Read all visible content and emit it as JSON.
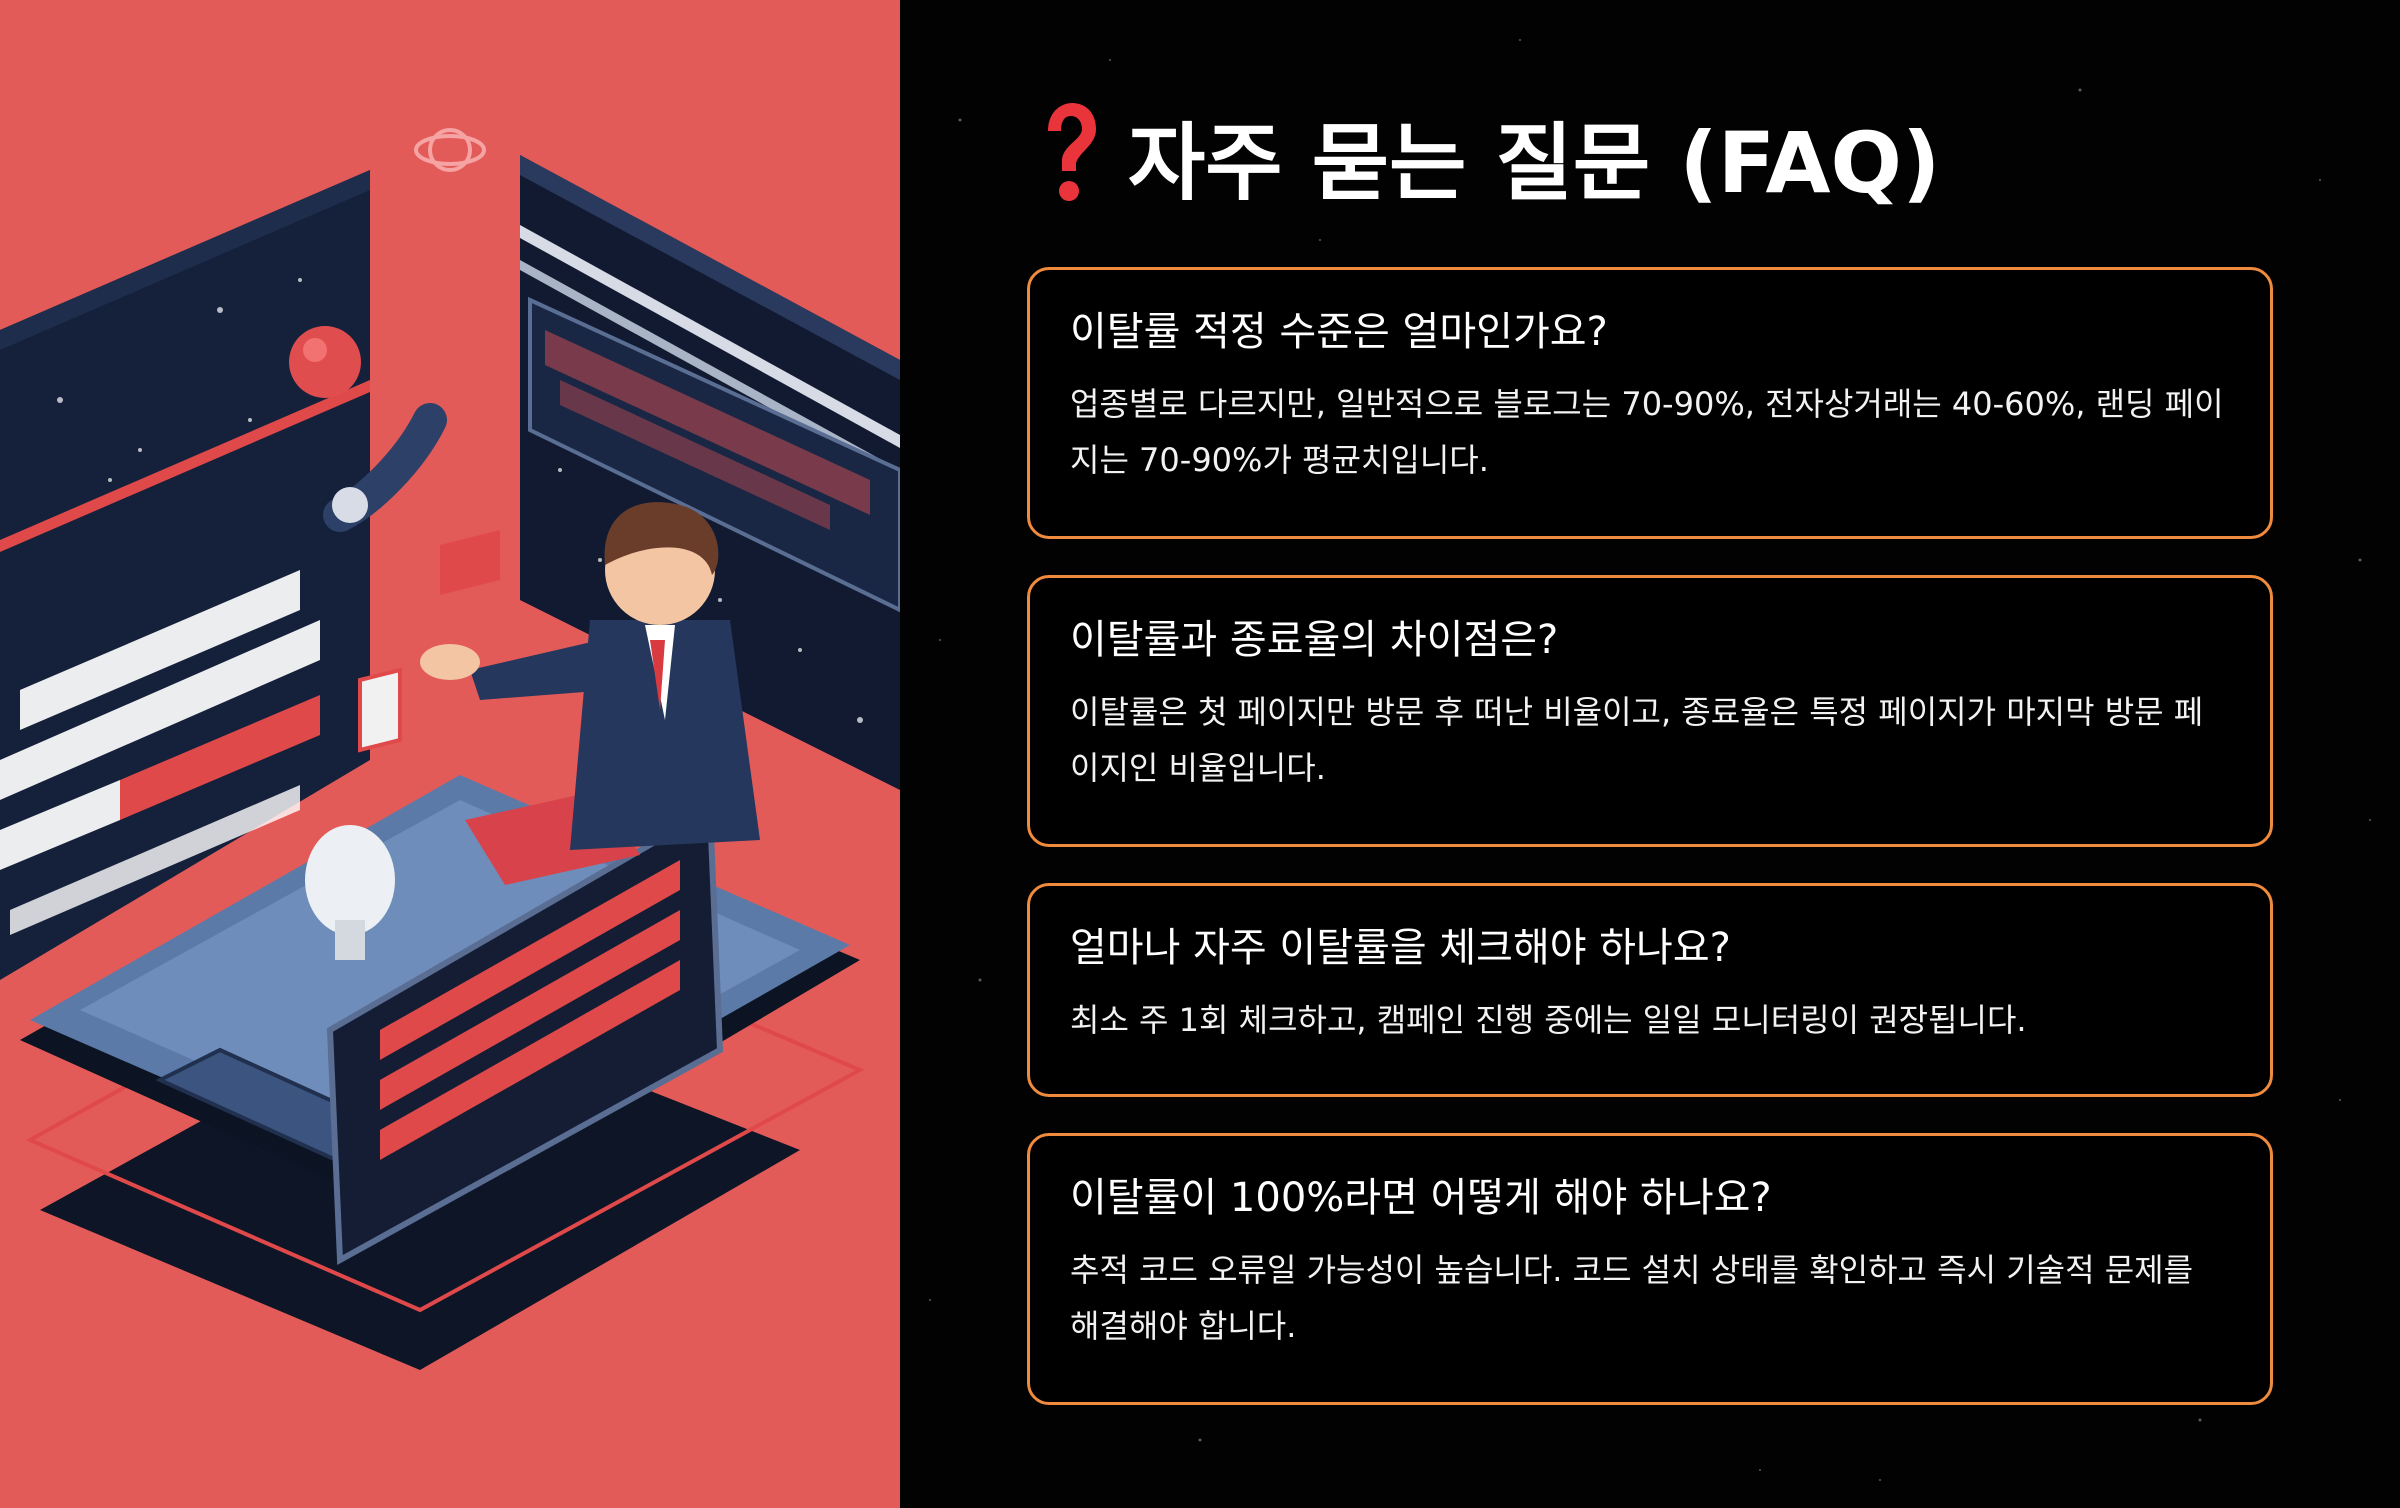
{
  "title": {
    "icon": "question-mark-icon",
    "text": "자주 묻는 질문 (FAQ)"
  },
  "faq": [
    {
      "question": "이탈률 적정 수준은 얼마인가요?",
      "answer": "업종별로 다르지만, 일반적으로 블로그는 70-90%, 전자상거래는 40-60%, 랜딩 페이지는 70-90%가 평균치입니다."
    },
    {
      "question": "이탈률과 종료율의 차이점은?",
      "answer": "이탈률은 첫 페이지만 방문 후 떠난 비율이고, 종료율은 특정 페이지가 마지막 방문 페이지인 비율입니다."
    },
    {
      "question": "얼마나 자주 이탈률을 체크해야 하나요?",
      "answer": "최소 주 1회 체크하고, 캠페인 진행 중에는 일일 모니터링이 권장됩니다."
    },
    {
      "question": "이탈률이 100%라면 어떻게 해야 하나요?",
      "answer": "추적 코드 오류일 가능성이 높습니다. 코드 설치 상태를 확인하고 즉시 기술적 문제를 해결해야 합니다."
    }
  ],
  "colors": {
    "panel_left_bg": "#e35b58",
    "panel_right_bg": "#020202",
    "card_border": "#f08a3c",
    "icon_red": "#e8343a",
    "text": "#ffffff"
  }
}
